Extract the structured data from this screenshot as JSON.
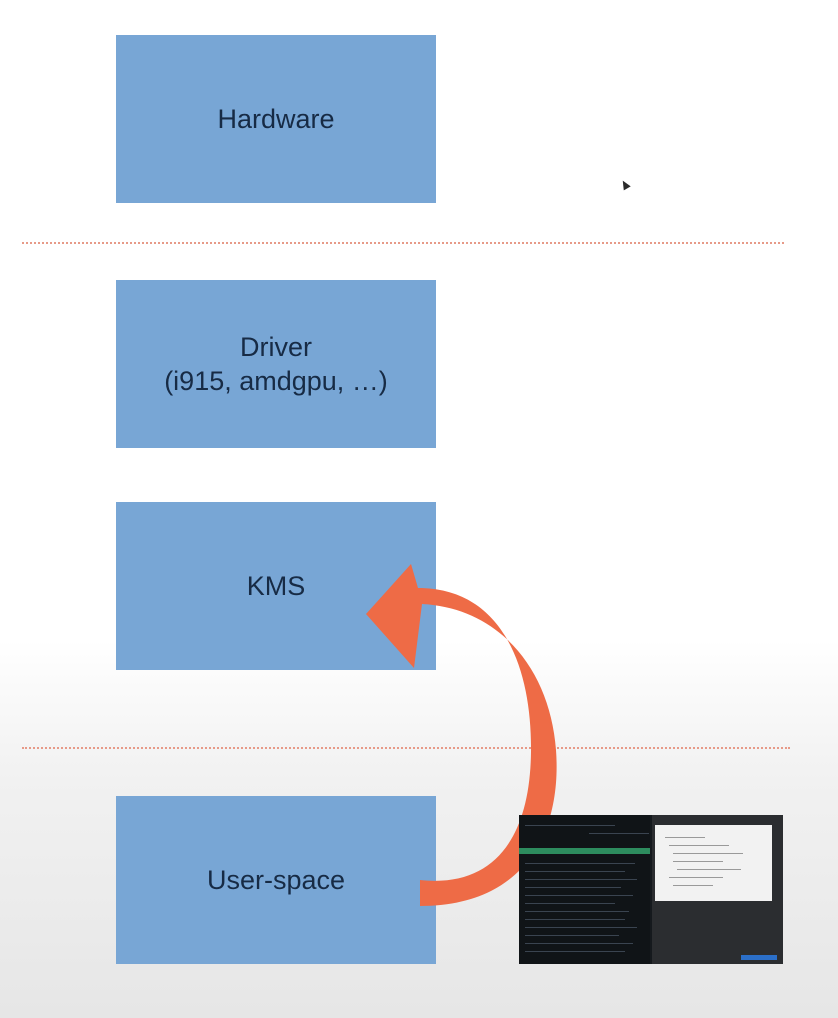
{
  "diagram": {
    "boxes": {
      "hardware": {
        "label": "Hardware"
      },
      "driver": {
        "line1": "Driver",
        "line2": "(i915, amdgpu, …)"
      },
      "kms": {
        "label": "KMS"
      },
      "userspace": {
        "label": "User-space"
      }
    },
    "colors": {
      "box_fill": "#78a6d5",
      "box_text": "#172b45",
      "divider": "#e79a88",
      "arrow": "#ee6b46"
    },
    "icons": {
      "arrow": "curved-arrow-icon",
      "cursor": "mouse-cursor-icon"
    }
  }
}
